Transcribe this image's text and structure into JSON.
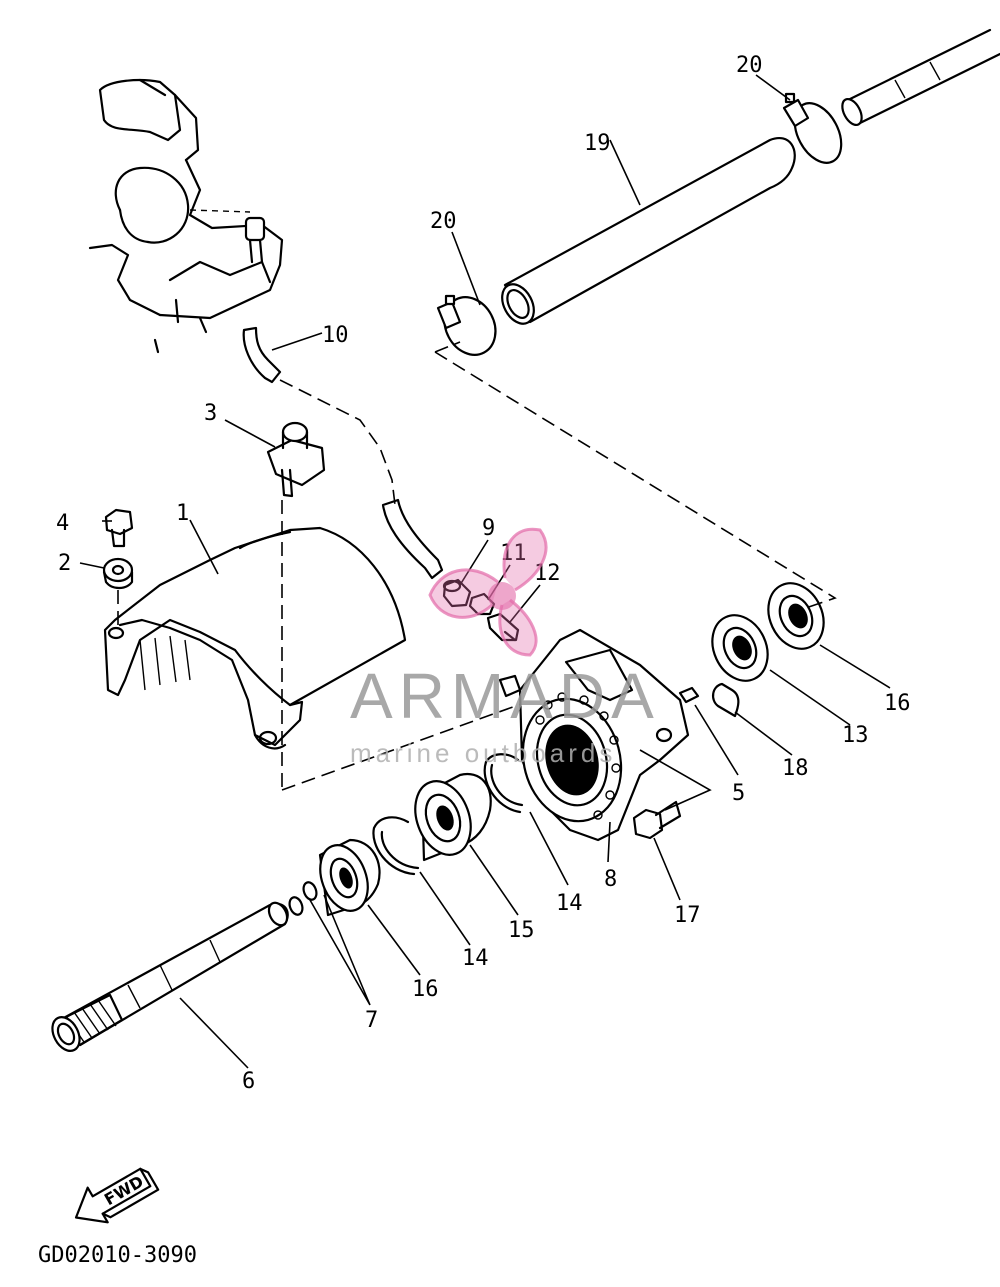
{
  "callouts": {
    "p1": "1",
    "p2": "2",
    "p3": "3",
    "p4": "4",
    "p5": "5",
    "p6": "6",
    "p7": "7",
    "p8": "8",
    "p9": "9",
    "p10": "10",
    "p11": "11",
    "p12": "12",
    "p13": "13",
    "p14a": "14",
    "p14b": "14",
    "p15": "15",
    "p16a": "16",
    "p16b": "16",
    "p17": "17",
    "p18": "18",
    "p19": "19",
    "p20a": "20",
    "p20b": "20"
  },
  "watermark": {
    "brand": "ARMADA",
    "tagline": "marine outboards",
    "color": "#e36aa8"
  },
  "direction_arrow": "FWD",
  "drawing_code": "GD02010-3090"
}
